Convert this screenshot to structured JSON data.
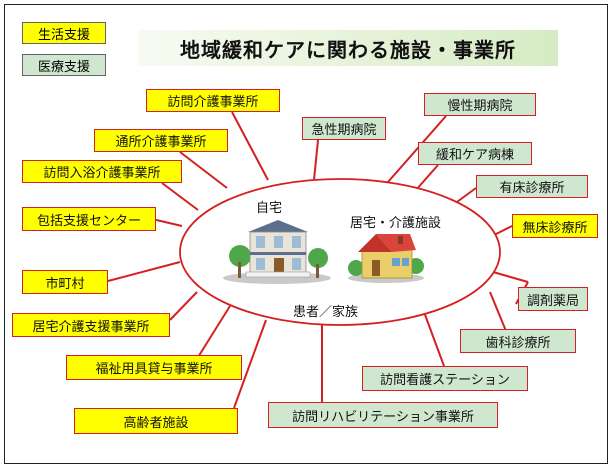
{
  "title": "地域緩和ケアに関わる施設・事業所",
  "legend": {
    "life_support": "生活支援",
    "medical_support": "医療支援"
  },
  "center": {
    "home": "自宅",
    "care_facility": "居宅・介護施設",
    "patient_family": "患者／家族"
  },
  "nodes": {
    "houmon_kaigo": "訪問介護事業所",
    "tsusho_kaigo": "通所介護事業所",
    "houmon_nyuyoku": "訪問入浴介護事業所",
    "houkatsu": "包括支援センター",
    "shichoson": "市町村",
    "kyotaku_shien": "居宅介護支援事業所",
    "fukushi_yogu": "福祉用具貸与事業所",
    "koreisha": "高齢者施設",
    "kyuseiki": "急性期病院",
    "manseiki": "慢性期病院",
    "kanwa_ward": "緩和ケア病棟",
    "yusho_clinic": "有床診療所",
    "musho_clinic": "無床診療所",
    "pharmacy": "調剤薬局",
    "dental": "歯科診療所",
    "nursing_station": "訪問看護ステーション",
    "rehab": "訪問リハビリテーション事業所"
  },
  "colors": {
    "life_support_fill": "#ffff00",
    "medical_support_fill": "#cfe7cf",
    "line": "#d42020"
  }
}
